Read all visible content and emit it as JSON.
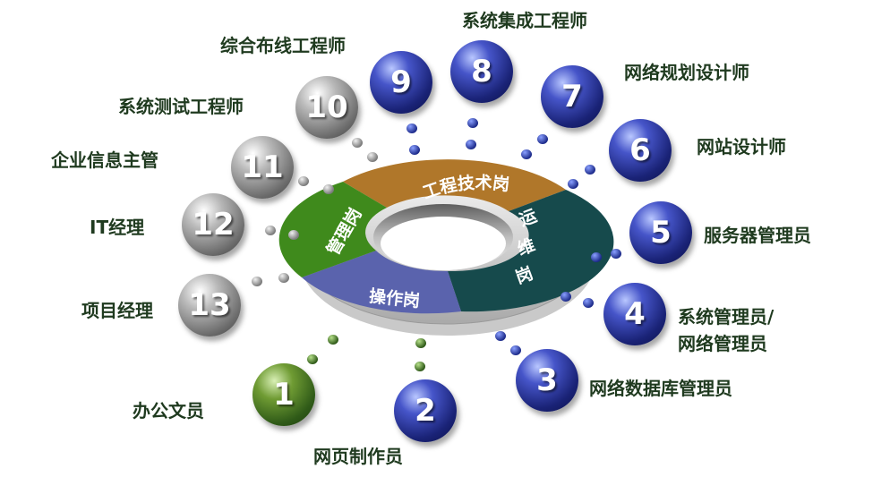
{
  "ring": {
    "segments": [
      {
        "label": "工程技术岗",
        "color": "#b0772a"
      },
      {
        "label": "运维岗",
        "color": "#164a4c"
      },
      {
        "label": "操作岗",
        "color": "#5a63ad"
      },
      {
        "label": "管理岗",
        "color": "#3f8a1c"
      }
    ]
  },
  "nodes": [
    {
      "number": "1",
      "label": "办公文员",
      "style": "green"
    },
    {
      "number": "2",
      "label": "网页制作员",
      "style": "blue"
    },
    {
      "number": "3",
      "label": "网络数据库管理员",
      "style": "blue"
    },
    {
      "number": "4",
      "label": "系统管理员/",
      "label2": "网络管理员",
      "style": "blue"
    },
    {
      "number": "5",
      "label": "服务器管理员",
      "style": "blue"
    },
    {
      "number": "6",
      "label": "网站设计师",
      "style": "blue"
    },
    {
      "number": "7",
      "label": "网络规划设计师",
      "style": "blue"
    },
    {
      "number": "8",
      "label": "系统集成工程师",
      "style": "blue"
    },
    {
      "number": "9",
      "label": "综合布线工程师",
      "style": "blue"
    },
    {
      "number": "10",
      "label": "系统测试工程师",
      "style": "gray"
    },
    {
      "number": "11",
      "label": "企业信息主管",
      "style": "gray"
    },
    {
      "number": "12",
      "label": "IT经理",
      "style": "gray"
    },
    {
      "number": "13",
      "label": "项目经理",
      "style": "gray"
    }
  ]
}
